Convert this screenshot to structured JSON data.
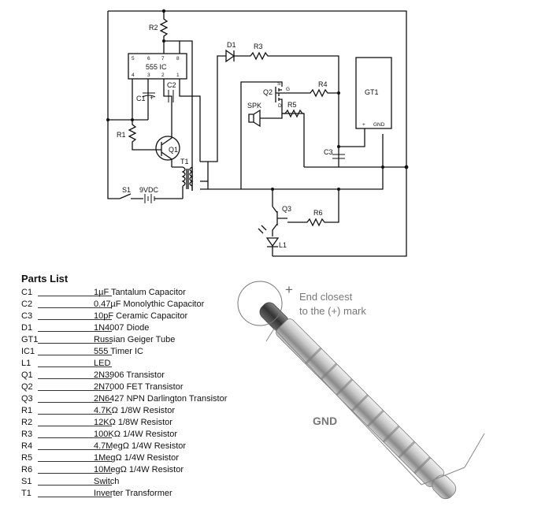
{
  "schematic": {
    "ic_label": "555 IC",
    "pin_top": [
      "5",
      "6",
      "7",
      "8"
    ],
    "pin_bottom": [
      "4",
      "3",
      "2",
      "1"
    ],
    "labels": {
      "R2": "R2",
      "D1": "D1",
      "R3": "R3",
      "R4": "R4",
      "GT1": "GT1",
      "Q2": "Q2",
      "S": "S",
      "G": "G",
      "D": "D",
      "SPK": "SPK",
      "R5": "R5",
      "C1": "C1",
      "plus": "+",
      "C2": "C2",
      "R1": "R1",
      "Q1": "Q1",
      "C3": "C3",
      "T1": "T1",
      "S1": "S1",
      "battery": "9VDC",
      "Q3": "Q3",
      "R6": "R6",
      "L1": "L1",
      "gnd": "GND"
    }
  },
  "parts": {
    "title": "Parts List",
    "items": [
      {
        "ref": "C1",
        "desc": "1µF Tantalum Capacitor"
      },
      {
        "ref": "C2",
        "desc": "0.47µF Monolythic Capacitor"
      },
      {
        "ref": "C3",
        "desc": "10pF Ceramic Capacitor"
      },
      {
        "ref": "D1",
        "desc": "1N4007 Diode"
      },
      {
        "ref": "GT1",
        "desc": "Russian Geiger Tube"
      },
      {
        "ref": "IC1",
        "desc": "555 Timer IC"
      },
      {
        "ref": "L1",
        "desc": "LED"
      },
      {
        "ref": "Q1",
        "desc": "2N3906 Transistor"
      },
      {
        "ref": "Q2",
        "desc": "2N7000 FET Transistor"
      },
      {
        "ref": "Q3",
        "desc": "2N6427 NPN Darlington Transistor"
      },
      {
        "ref": "R1",
        "desc": "4.7KΩ 1/8W Resistor"
      },
      {
        "ref": "R2",
        "desc": "12KΩ 1/8W Resistor"
      },
      {
        "ref": "R3",
        "desc": "100KΩ 1/4W Resistor"
      },
      {
        "ref": "R4",
        "desc": "4.7MegΩ 1/4W Resistor"
      },
      {
        "ref": "R5",
        "desc": "1MegΩ 1/4W Resistor"
      },
      {
        "ref": "R6",
        "desc": "10MegΩ 1/4W Resistor"
      },
      {
        "ref": "S1",
        "desc": "Switch"
      },
      {
        "ref": "T1",
        "desc": "Inverter Transformer"
      }
    ]
  },
  "tube": {
    "plus": "+",
    "callout_line1": "End closest",
    "callout_line2": "to the (+) mark",
    "gnd": "GND"
  }
}
